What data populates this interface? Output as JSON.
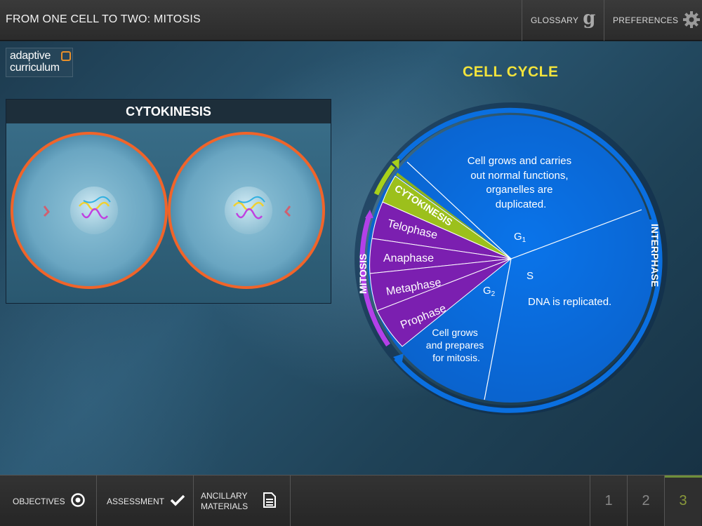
{
  "header": {
    "title": "FROM ONE CELL TO TWO: MITOSIS",
    "glossary_label": "GLOSSARY",
    "preferences_label": "PREFERENCES"
  },
  "logo": {
    "line1": "adaptive",
    "line2": "curriculum"
  },
  "cytokinesis_panel": {
    "title": "CYTOKINESIS"
  },
  "cell_cycle": {
    "title": "CELL CYCLE",
    "mitosis_label": "MITOSIS",
    "interphase_label": "INTERPHASE",
    "phases": {
      "cytokinesis": "CYTOKINESIS",
      "telophase": "Telophase",
      "anaphase": "Anaphase",
      "metaphase": "Metaphase",
      "prophase": "Prophase"
    },
    "g1_label": "G",
    "g1_sub": "1",
    "s_label": "S",
    "g2_label": "G",
    "g2_sub": "2",
    "g1_desc": [
      "Cell grows and carries",
      "out normal functions,",
      "organelles are",
      "duplicated."
    ],
    "s_desc": "DNA is replicated.",
    "g2_desc": [
      "Cell grows",
      "and prepares",
      "for mitosis."
    ],
    "colors": {
      "blue": "#0a6fe0",
      "purple": "#7b1fb0",
      "green": "#8fb31a",
      "title": "#f2e33c"
    }
  },
  "footer": {
    "objectives_label": "OBJECTIVES",
    "assessment_label": "ASSESSMENT",
    "ancillary_label": "ANCILLARY MATERIALS",
    "pages": [
      "1",
      "2",
      "3"
    ],
    "active_page": "3"
  }
}
